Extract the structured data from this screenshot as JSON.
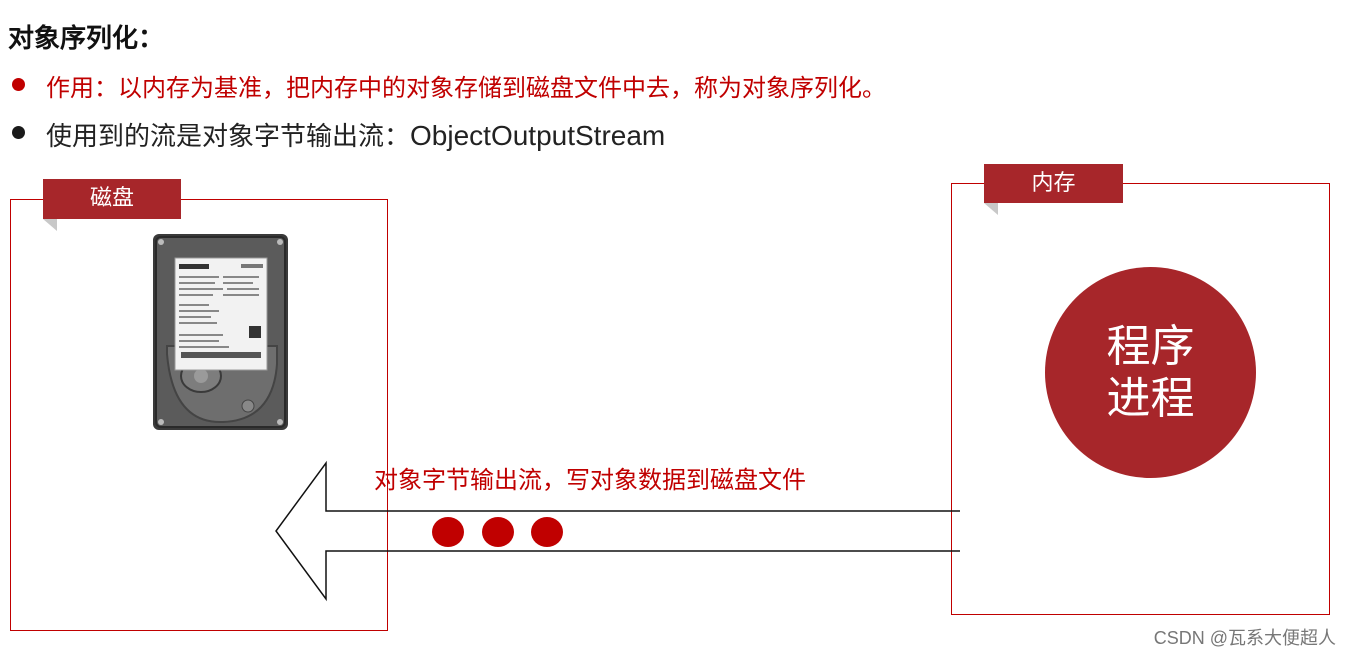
{
  "heading": "对象序列化：",
  "bullets": [
    {
      "text": "作用：以内存为基准，把内存中的对象存储到磁盘文件中去，称为对象序列化。",
      "color": "#c00000"
    },
    {
      "text_cn": "使用到的流是对象字节输出流：",
      "text_en": "ObjectOutputStream",
      "color": "#1a1a1a"
    }
  ],
  "disk_panel": {
    "tag": "磁盘",
    "image_icon": "hard-disk-drive-icon"
  },
  "memory_panel": {
    "tag": "内存",
    "circle_line1": "程序",
    "circle_line2": "进程"
  },
  "arrow": {
    "label": "对象字节输出流，写对象数据到磁盘文件"
  },
  "watermark": "CSDN @瓦系大便超人",
  "colors": {
    "accent": "#c00000",
    "tag_bg": "#a7262a",
    "text": "#222222"
  }
}
